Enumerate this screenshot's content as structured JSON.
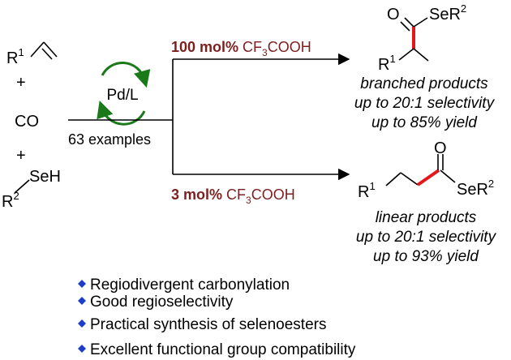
{
  "reactants": {
    "alkene_sub": "1",
    "alkene_R": "R",
    "plus1": "+",
    "co": "CO",
    "plus2": "+",
    "selenol_group": "SeH",
    "selenol_R": "R",
    "selenol_sub": "2"
  },
  "catalyst": {
    "label": "Pd/L"
  },
  "examples": "63 examples",
  "upper_condition": {
    "amount": "100 mol%",
    "reagent_a": "CF",
    "reagent_sub": "3",
    "reagent_b": "COOH"
  },
  "lower_condition": {
    "amount": "3 mol%",
    "reagent_a": "CF",
    "reagent_sub": "3",
    "reagent_b": "COOH"
  },
  "branched": {
    "o": "O",
    "se": "SeR",
    "se_sub": "2",
    "r": "R",
    "r_sub": "1",
    "lines": [
      "branched products",
      "up to 20:1 selectivity",
      "up to 85% yield"
    ]
  },
  "linear": {
    "o": "O",
    "se": "SeR",
    "se_sub": "2",
    "r": "R",
    "r_sub": "1",
    "lines": [
      "linear products",
      "up to 20:1 selectivity",
      "up to 93% yield"
    ]
  },
  "features": [
    "Regiodivergent carbonylation",
    "Good regioselectivity",
    "Practical synthesis of selenoesters",
    "Excellent functional group compatibility"
  ],
  "colors": {
    "condition": "#7b1f1f",
    "bullet": "#1d3fc7",
    "catalyst_cycle": "#1a7a1a",
    "highlight_bond": "#e3181c"
  }
}
